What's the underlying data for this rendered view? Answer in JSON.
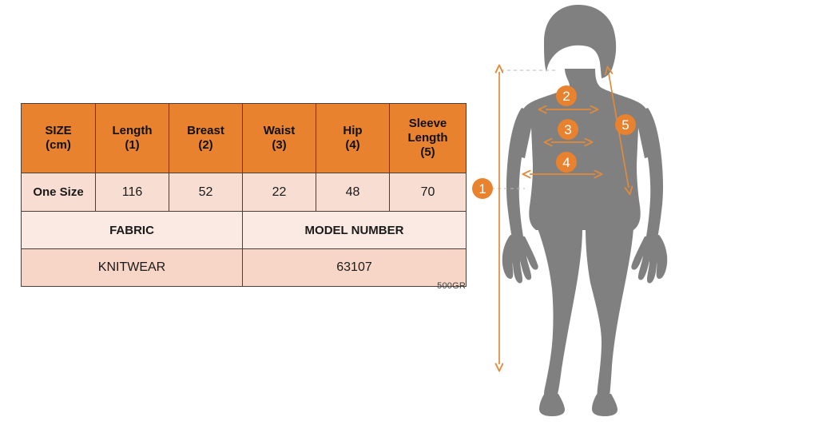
{
  "table": {
    "headers": [
      "SIZE\n(cm)",
      "Length\n(1)",
      "Breast\n(2)",
      "Waist\n(3)",
      "Hip\n(4)",
      "Sleeve\nLength\n(5)"
    ],
    "header_lines": [
      [
        "SIZE",
        "(cm)"
      ],
      [
        "Length",
        "(1)"
      ],
      [
        "Breast",
        "(2)"
      ],
      [
        "Waist",
        "(3)"
      ],
      [
        "Hip",
        "(4)"
      ],
      [
        "Sleeve",
        "Length",
        "(5)"
      ]
    ],
    "rows": [
      {
        "size": "One Size",
        "length": "116",
        "breast": "52",
        "waist": "22",
        "hip": "48",
        "sleeve_length": "70"
      }
    ],
    "info": {
      "fabric_label": "FABRIC",
      "model_number_label": "MODEL NUMBER",
      "fabric_value": "KNITWEAR",
      "model_number_value": "63107"
    },
    "weight_note": "500GR"
  },
  "figure": {
    "markers": [
      {
        "id": "1",
        "label": "1",
        "measure": "Length"
      },
      {
        "id": "2",
        "label": "2",
        "measure": "Breast"
      },
      {
        "id": "3",
        "label": "3",
        "measure": "Waist"
      },
      {
        "id": "4",
        "label": "4",
        "measure": "Hip"
      },
      {
        "id": "5",
        "label": "5",
        "measure": "Sleeve Length"
      }
    ]
  },
  "colors": {
    "header_orange": "#E8822E",
    "row_peach": "#F8DED2",
    "subheader_peach": "#FBEAE3",
    "subvalue_peach": "#F7D5C7",
    "badge_orange": "#E8822E",
    "arrow_orange": "#E08A3C",
    "silhouette_gray": "#808080",
    "border": "#4a4038"
  }
}
